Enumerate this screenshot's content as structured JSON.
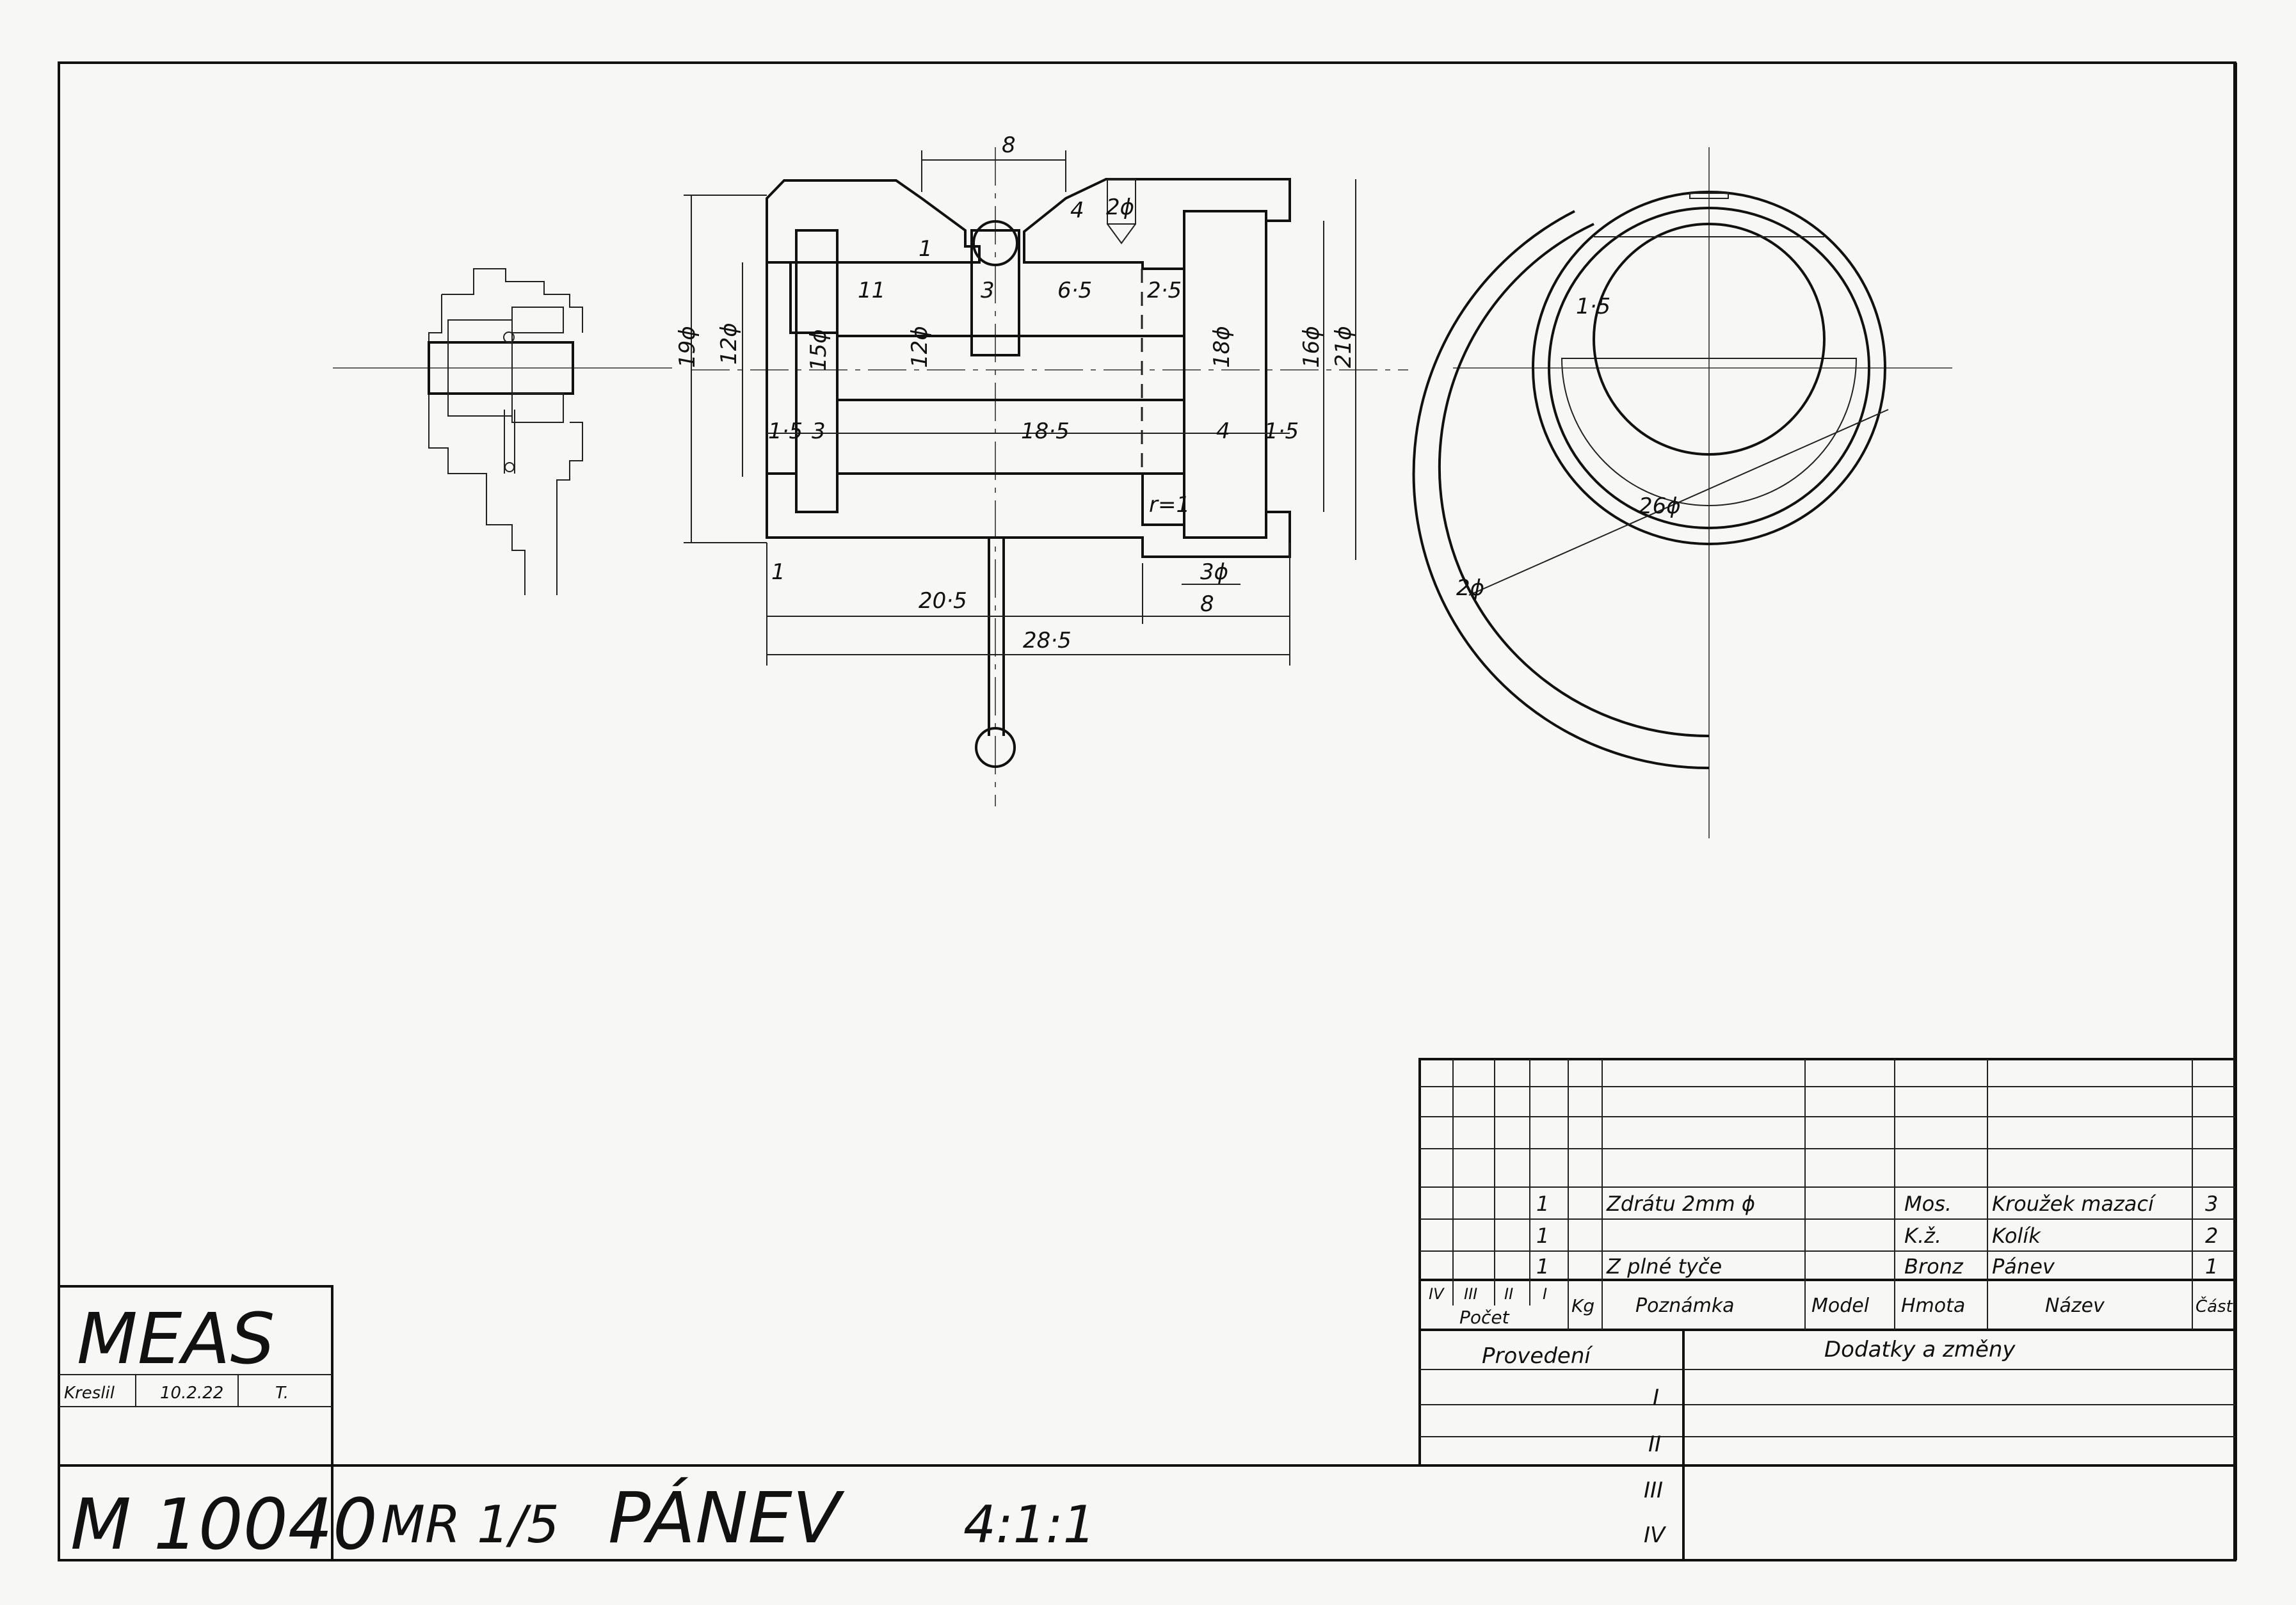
{
  "title_block": {
    "company": "MEAS",
    "drawn_label": "Kreslil",
    "drawn_date": "10.2.22",
    "drawn_by": "T.",
    "drawing_number": "M 10040",
    "model_ref": "MR 1/5",
    "part_name": "PÁNEV",
    "scale": "4:1:1"
  },
  "parts_list": {
    "header": {
      "count_cols": [
        "IV",
        "III",
        "II",
        "I"
      ],
      "count_label": "Počet",
      "kg": "Kg",
      "note": "Poznámka",
      "model": "Model",
      "material": "Hmota",
      "name": "Název",
      "part": "Část"
    },
    "rows": [
      {
        "count": "1",
        "note": "Zdrátu 2mm ϕ",
        "material": "Mos.",
        "name": "Kroužek mazací",
        "part": "3"
      },
      {
        "count": "1",
        "note": "",
        "material": "K.ž.",
        "name": "Kolík",
        "part": "2"
      },
      {
        "count": "1",
        "note": "Z plné tyče",
        "material": "Bronz",
        "name": "Pánev",
        "part": "1"
      }
    ]
  },
  "revisions": {
    "execution_label": "Provedení",
    "changes_label": "Dodatky a změny",
    "marks": [
      "I",
      "II",
      "III",
      "IV"
    ]
  },
  "dimensions": {
    "top_width": "8",
    "dia_19": "19ϕ",
    "dia_12_outer": "12ϕ",
    "dia_15": "15ϕ",
    "dia_12_bore": "12ϕ",
    "dia_18": "18ϕ",
    "dia_16": "16ϕ",
    "dia_21": "21ϕ",
    "len_11": "11",
    "len_3_pin": "3",
    "len_6_5": "6·5",
    "len_2_5": "2·5",
    "len_1_5_left": "1·5",
    "len_3_left": "3",
    "len_18_5": "18·5",
    "len_4": "4",
    "len_1_5_right": "1·5",
    "hole_2": "2ϕ",
    "depth_4": "4",
    "chamfer_1": "1",
    "radius": "r=1",
    "step_1": "1",
    "hole_3": "3ϕ",
    "len_20_5": "20·5",
    "len_8_bottom": "8",
    "len_28_5": "28·5",
    "side_1_5": "1·5",
    "ring_26": "26ϕ",
    "wire_2": "2ϕ"
  },
  "icons": [
    "drawing-frame",
    "section-view",
    "side-view",
    "assembly-thumbnail"
  ]
}
